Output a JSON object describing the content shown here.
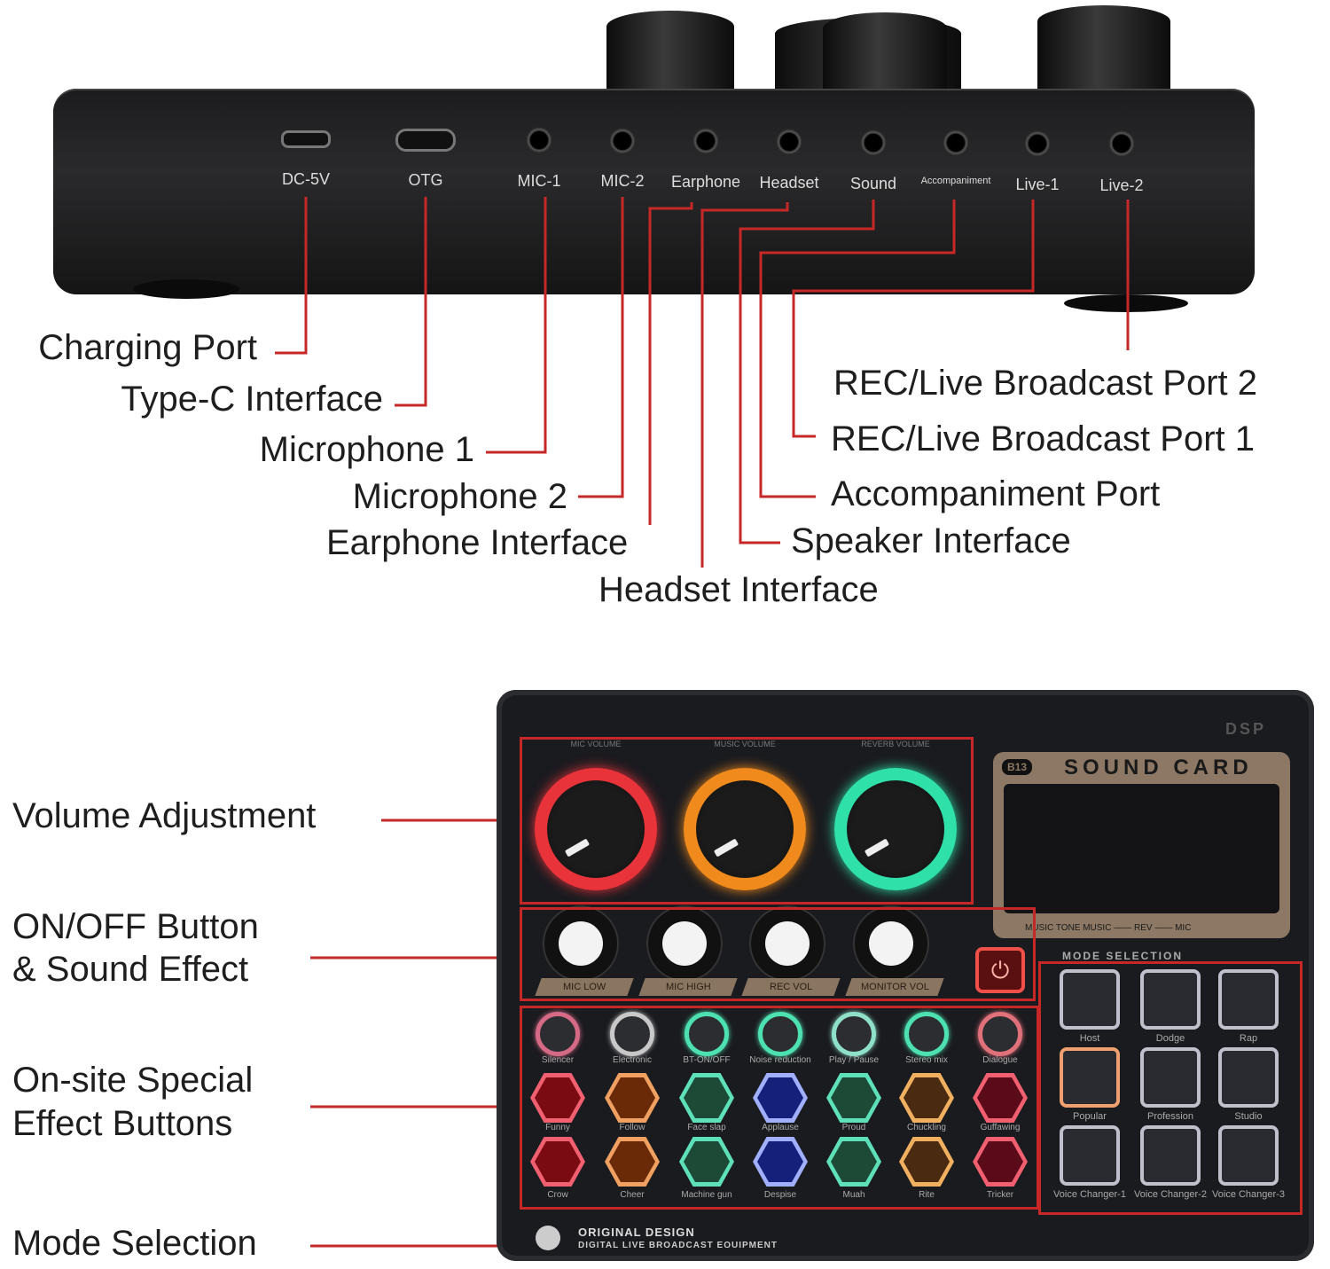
{
  "colors": {
    "leader_line": "#c62828",
    "device_body": "#1c1c1e"
  },
  "top_device": {
    "ports": [
      {
        "label": "DC-5V",
        "type": "micro-usb"
      },
      {
        "label": "OTG",
        "type": "usb-c"
      },
      {
        "label": "MIC-1",
        "type": "jack"
      },
      {
        "label": "MIC-2",
        "type": "jack"
      },
      {
        "label": "Earphone",
        "type": "jack"
      },
      {
        "label": "Headset",
        "type": "jack"
      },
      {
        "label": "Sound",
        "type": "jack"
      },
      {
        "label": "Accompaniment",
        "type": "jack"
      },
      {
        "label": "Live-1",
        "type": "jack"
      },
      {
        "label": "Live-2",
        "type": "jack"
      }
    ],
    "callouts": [
      "Charging Port",
      "Type-C Interface",
      "Microphone 1",
      "Microphone 2",
      "Earphone Interface",
      "Headset Interface",
      "Speaker Interface",
      "Accompaniment Port",
      "REC/Live Broadcast Port 1",
      "REC/Live Broadcast Port 2"
    ]
  },
  "bottom_device": {
    "callouts": {
      "volume": "Volume Adjustment",
      "onoff_line1": "ON/OFF Button",
      "onoff_line2": "& Sound Effect",
      "effects_line1": "On-site Special",
      "effects_line2": "Effect Buttons",
      "mode": "Mode Selection"
    },
    "volume_knobs": [
      {
        "label": "MIC VOLUME",
        "color": "#e8333a"
      },
      {
        "label": "MUSIC VOLUME",
        "color": "#f08a1c"
      },
      {
        "label": "REVERB VOLUME",
        "color": "#2fe0a8"
      }
    ],
    "small_knobs": [
      "MIC LOW",
      "MIC HIGH",
      "REC VOL",
      "MONITOR VOL"
    ],
    "round_buttons": [
      {
        "label": "Silencer",
        "color": "#d46a86"
      },
      {
        "label": "Electronic",
        "color": "#c8c8c8"
      },
      {
        "label": "BT-ON/OFF",
        "color": "#4de0b0"
      },
      {
        "label": "Noise reduction",
        "color": "#4de0b0"
      },
      {
        "label": "Play / Pause",
        "color": "#8fe0c8"
      },
      {
        "label": "Stereo mix",
        "color": "#4de0b0"
      },
      {
        "label": "Dialogue",
        "color": "#e0707a"
      }
    ],
    "hex_row1": [
      {
        "label": "Funny",
        "color": "#f06070",
        "fill": "#7a0b12"
      },
      {
        "label": "Follow",
        "color": "#f0a060",
        "fill": "#6a2a08"
      },
      {
        "label": "Face slap",
        "color": "#5ee0b8",
        "fill": "#1c4a36"
      },
      {
        "label": "Applause",
        "color": "#a0b0ff",
        "fill": "#14207a"
      },
      {
        "label": "Proud",
        "color": "#5ee0b8",
        "fill": "#1c4a36"
      },
      {
        "label": "Chuckling",
        "color": "#f0b060",
        "fill": "#4a2a10"
      },
      {
        "label": "Guffawing",
        "color": "#f06070",
        "fill": "#5a0a18"
      }
    ],
    "hex_row2": [
      {
        "label": "Crow",
        "color": "#f06070",
        "fill": "#7a0b12"
      },
      {
        "label": "Cheer",
        "color": "#f0a060",
        "fill": "#6a2a08"
      },
      {
        "label": "Machine gun",
        "color": "#5ee0b8",
        "fill": "#1c4a36"
      },
      {
        "label": "Despise",
        "color": "#a0b0ff",
        "fill": "#14207a"
      },
      {
        "label": "Muah",
        "color": "#5ee0b8",
        "fill": "#1c4a36"
      },
      {
        "label": "Rite",
        "color": "#f0b060",
        "fill": "#4a2a10"
      },
      {
        "label": "Tricker",
        "color": "#f06070",
        "fill": "#5a0a18"
      }
    ],
    "mode_buttons": [
      {
        "label": "Host",
        "active": false
      },
      {
        "label": "Dodge",
        "active": false
      },
      {
        "label": "Rap",
        "active": false
      },
      {
        "label": "Popular",
        "active": true
      },
      {
        "label": "Profession",
        "active": false
      },
      {
        "label": "Studio",
        "active": false
      },
      {
        "label": "Voice Changer-1",
        "active": false
      },
      {
        "label": "Voice Changer-2",
        "active": false
      },
      {
        "label": "Voice Changer-3",
        "active": false
      }
    ],
    "mode_header": "MODE SELECTION",
    "lcd_title": "SOUND CARD",
    "lcd_badge": "B13",
    "lcd_footer": "MUSIC TONE  MUSIC —— REV —— MIC",
    "dsp": "DSP",
    "brand_line": "ORIGINAL DESIGN",
    "brand_sub": "DIGITAL LIVE BROADCAST EQUIPMENT",
    "power_icon": "power-icon"
  }
}
